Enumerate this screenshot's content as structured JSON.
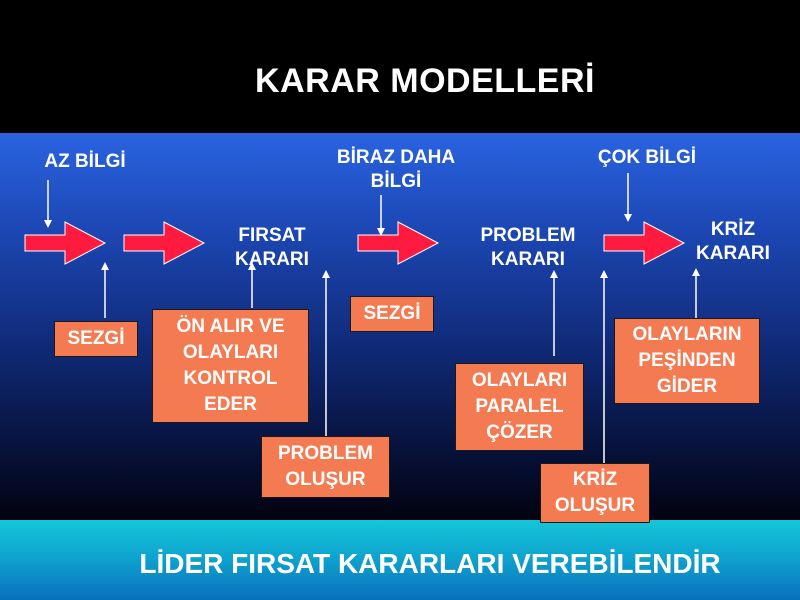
{
  "slide": {
    "title": "KARAR MODELLERİ",
    "footer": "LİDER FIRSAT KARARLARI VEREBİLENDİR"
  },
  "knowledge_levels": {
    "low": "AZ BİLGİ",
    "medium": "BİRAZ DAHA\nBİLGİ",
    "high": "ÇOK BİLGİ"
  },
  "decision_types": {
    "opportunity": "FIRSAT\nKARARI",
    "problem": "PROBLEM\nKARARI",
    "crisis": "KRİZ\nKARARI"
  },
  "boxes": {
    "intuition_1": "SEZGİ",
    "takes_control": "ÖN ALIR VE\nOLAYLARI\nKONTROL\nEDER",
    "problem_arises": "PROBLEM\nOLUŞUR",
    "intuition_2": "SEZGİ",
    "parallel_solve": "OLAYLARI\nPARALEL\nÇÖZER",
    "crisis_arises": "KRİZ\nOLUŞUR",
    "follows_events": "OLAYLARIN\nPEŞİNDEN\nGİDER"
  },
  "colors": {
    "box_fill": "#f47a52",
    "flow_arrow": "#ff1a40",
    "text": "#ffffff",
    "title_band": "#000000",
    "footer_band": "#0ea5cf"
  }
}
